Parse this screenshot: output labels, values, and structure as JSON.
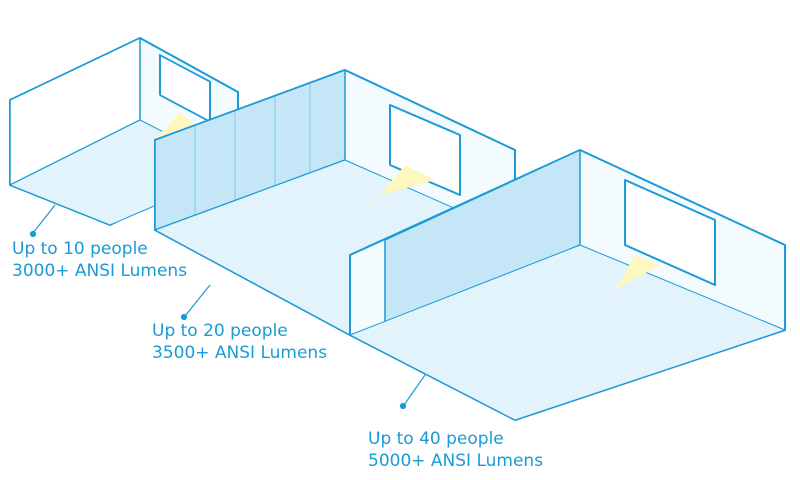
{
  "rooms": [
    {
      "capacity": "Up to 10 people",
      "brightness": "3000+ ANSI Lumens"
    },
    {
      "capacity": "Up to 20 people",
      "brightness": "3500+ ANSI Lumens"
    },
    {
      "capacity": "Up to 40 people",
      "brightness": "5000+ ANSI Lumens"
    }
  ],
  "colors": {
    "line": "#1a9ad6",
    "floor": "#e3f3fb",
    "wall": "#c4e6f6",
    "text": "#1a9ad6"
  }
}
